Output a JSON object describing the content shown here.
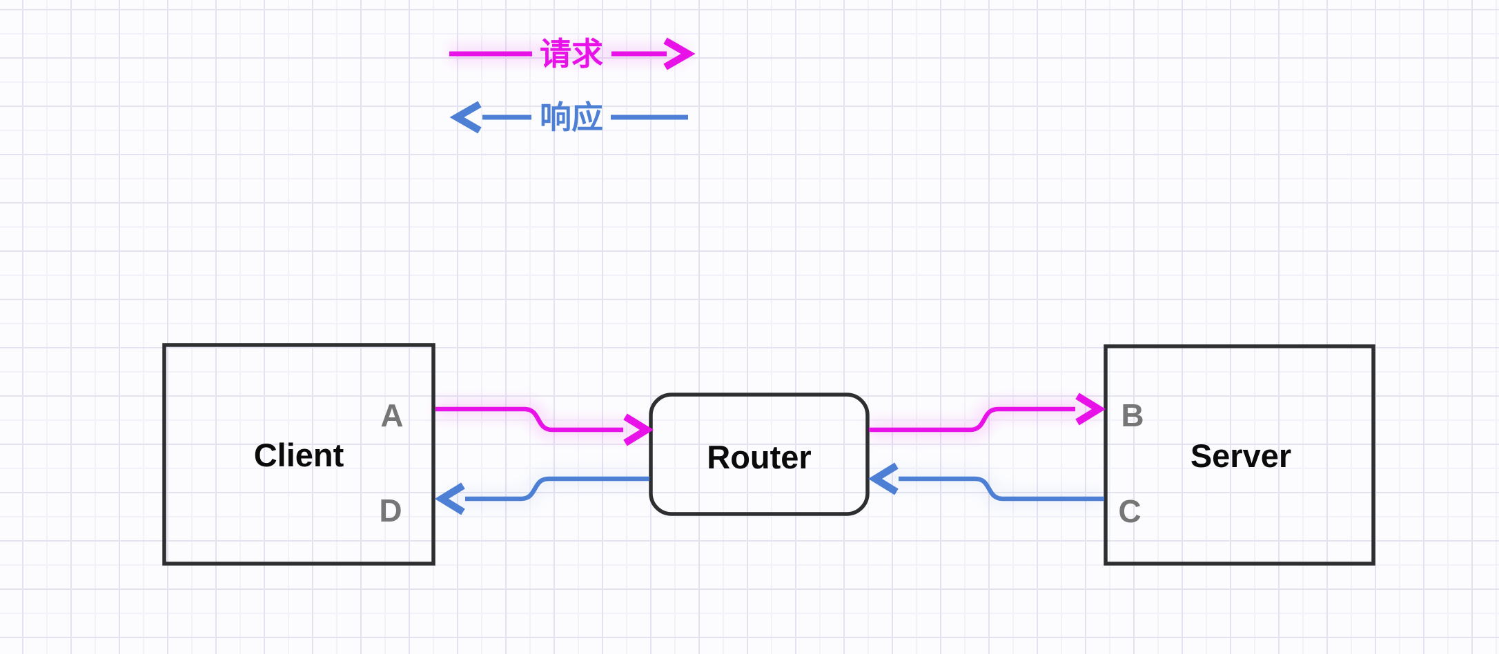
{
  "legend": {
    "request": {
      "label": "请求",
      "direction": "right",
      "color": "#e812e8"
    },
    "response": {
      "label": "响应",
      "direction": "left",
      "color": "#4d7fd5"
    }
  },
  "nodes": {
    "client": {
      "label": "Client"
    },
    "router": {
      "label": "Router"
    },
    "server": {
      "label": "Server"
    }
  },
  "ports": {
    "a": "A",
    "b": "B",
    "c": "C",
    "d": "D"
  },
  "edges": [
    {
      "type": "request",
      "from": "Client.A",
      "to": "Router",
      "color": "#e812e8"
    },
    {
      "type": "request",
      "from": "Router",
      "to": "Server.B",
      "color": "#e812e8"
    },
    {
      "type": "response",
      "from": "Server.C",
      "to": "Router",
      "color": "#4d7fd5"
    },
    {
      "type": "response",
      "from": "Router",
      "to": "Client.D",
      "color": "#4d7fd5"
    }
  ],
  "colors": {
    "request": "#e812e8",
    "response": "#4d7fd5",
    "node_border": "#2c2e30",
    "node_label": "#0a0a0a",
    "port_label": "#767676",
    "background": "#fcfcfe",
    "grid_minor": "#f1f1f9",
    "grid_major": "#e3e3f0"
  }
}
